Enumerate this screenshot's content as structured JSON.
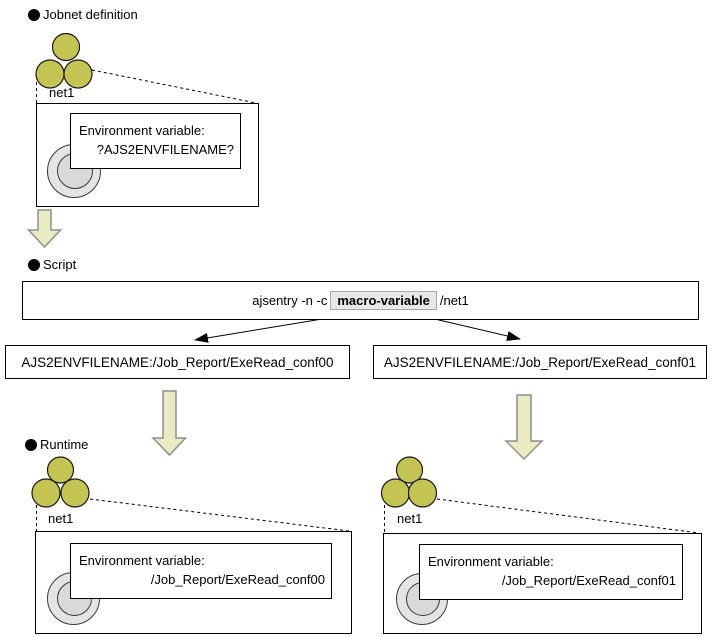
{
  "sections": {
    "jobnet_definition": {
      "label": "Jobnet definition",
      "jobnet_name": "net1",
      "env_box": {
        "line1": "Environment variable:",
        "line2": "?AJS2ENVFILENAME?"
      }
    },
    "script": {
      "label": "Script",
      "command_prefix": "ajsentry -n -c",
      "macro_variable": "macro-variable",
      "command_suffix": "/net1"
    },
    "values": {
      "left": "AJS2ENVFILENAME:/Job_Report/ExeRead_conf00",
      "right": "AJS2ENVFILENAME:/Job_Report/ExeRead_conf01"
    },
    "runtime": {
      "label": "Runtime",
      "left": {
        "jobnet_name": "net1",
        "env_box": {
          "line1": "Environment variable:",
          "line2": "/Job_Report/ExeRead_conf00"
        }
      },
      "right": {
        "jobnet_name": "net1",
        "env_box": {
          "line1": "Environment variable:",
          "line2": "/Job_Report/ExeRead_conf01"
        }
      }
    }
  },
  "icons": {
    "jobnet_icon": "three-olive-circles-triangle",
    "job_icon": "gray-concentric-circles",
    "flow_arrow_icon": "pale-yellow-block-arrow-down",
    "branch_arrow_icon": "thin-black-arrow",
    "bullet_icon": "black-filled-circle"
  },
  "colors": {
    "jobnet_circle_fill": "#c4c453",
    "jobnet_circle_border": "#1a1a1a",
    "block_arrow_fill": "#ebebc3",
    "block_arrow_border": "#909090",
    "macro_chip_bg": "#e8e8e8",
    "macro_chip_border": "#a8a8a8",
    "job_circle_fill": "#e4e4e4",
    "job_circle_inner_fill": "#d9d9d9",
    "box_border": "#000000",
    "background": "#ffffff"
  }
}
